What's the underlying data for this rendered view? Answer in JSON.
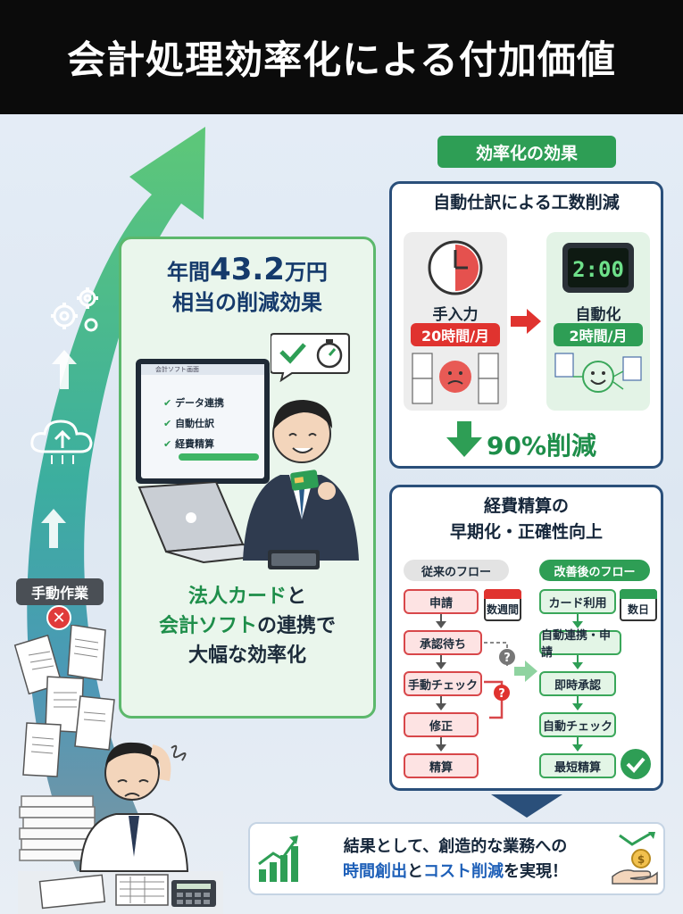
{
  "header": {
    "title": "会計処理効率化による付加価値"
  },
  "manual": {
    "label": "手動作業"
  },
  "middle": {
    "title_prefix": "年間",
    "title_amount": "43.2",
    "title_suffix": "万円",
    "title_line2": "相当の削減効果",
    "screen": {
      "app_title": "会計ソフト画面",
      "items": [
        "データ連携",
        "自動仕訳",
        "経費精算"
      ]
    },
    "sub_line1_green": "法人カード",
    "sub_line1_rest": "と",
    "sub_line2_green": "会計ソフト",
    "sub_line2_rest": "の連携で",
    "sub_line3": "大幅な効率化"
  },
  "effects_pill": "効率化の効果",
  "card1": {
    "title": "自動仕訳による工数削減",
    "manual_label": "手入力",
    "manual_time": "20時間/月",
    "auto_label": "自動化",
    "auto_time": "2時間/月",
    "clock_display": "2:00",
    "reduction": "90%削減"
  },
  "card2": {
    "title_line1": "経費精算の",
    "title_line2": "早期化・正確性向上",
    "old_head": "従来のフロー",
    "new_head": "改善後のフロー",
    "old_steps": [
      "申請",
      "承認待ち",
      "手動チェック",
      "修正",
      "精算"
    ],
    "new_steps": [
      "カード利用",
      "自動連携・申請",
      "即時承認",
      "自動チェック",
      "最短精算"
    ],
    "old_cal": "数週間",
    "new_cal": "数日"
  },
  "banner": {
    "line1": "結果として、創造的な業務への",
    "line2_blue1": "時間創出",
    "line2_mid": "と",
    "line2_blue2": "コスト削減",
    "line2_end": "を実現！"
  },
  "colors": {
    "header_bg": "#0b0b0b",
    "accent_green": "#2e9e55",
    "accent_red": "#e0332f",
    "navy": "#2a4f7a",
    "blue_text": "#1d5fb8"
  }
}
